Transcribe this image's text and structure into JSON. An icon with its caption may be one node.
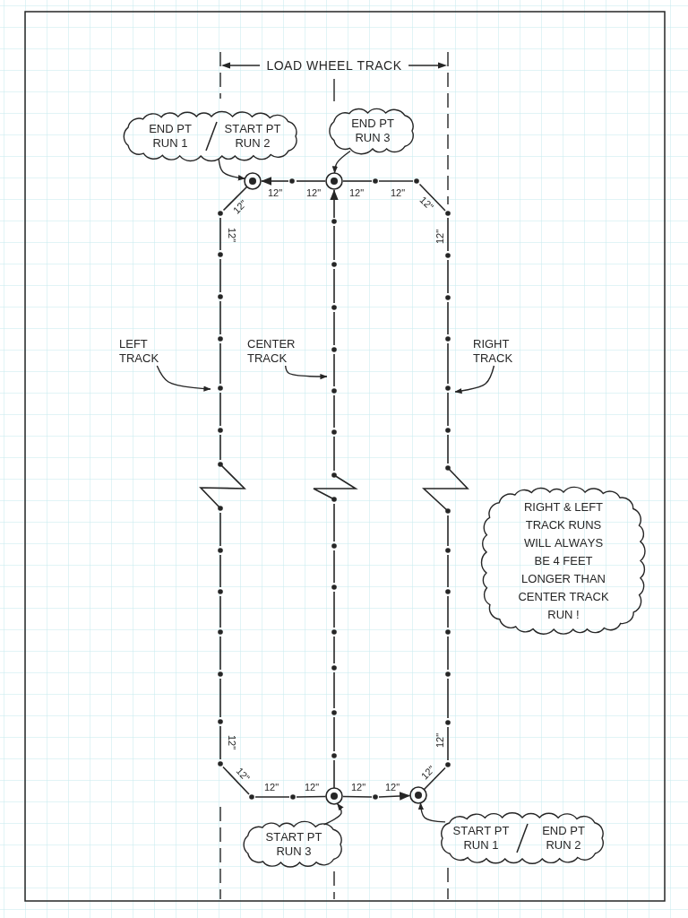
{
  "diagram": {
    "nodes": [
      {
        "text": [
          "END PT RUN 1",
          "START PT RUN 2"
        ]
      },
      {
        "text": [
          "END PT RUN 3"
        ]
      },
      {
        "text": [
          "LEFT TRACK"
        ]
      },
      {
        "text": [
          "CENTER TRACK"
        ]
      },
      {
        "text": [
          "RIGHT TRACK"
        ]
      },
      {
        "text": [
          "RIGHT & LEFT TRACK RUNS WILL ALWAYS BE 4 FEET LONGER THAN CENTER TRACK RUN !"
        ]
      },
      {
        "text": [
          "START PT RUN 3"
        ]
      },
      {
        "text": [
          "START PT RUN 1",
          "END PT RUN 2"
        ]
      }
    ],
    "edges": [
      {
        "from": 0,
        "to": null,
        "arrow": "to"
      },
      {
        "from": 1,
        "to": null,
        "arrow": "to"
      },
      {
        "from": 2,
        "to": null,
        "arrow": "to"
      },
      {
        "from": 3,
        "to": null,
        "arrow": "to"
      },
      {
        "from": 4,
        "to": null,
        "arrow": "to"
      },
      {
        "from": 6,
        "to": null,
        "arrow": "to"
      },
      {
        "from": 7,
        "to": null,
        "arrow": "to"
      }
    ],
    "labels": [
      "LOAD WHEEL TRACK",
      "12\"",
      "12\"",
      "12\"",
      "12\"",
      "12\"",
      "12\"",
      "12\"",
      "12\"",
      "12\"",
      "12\"",
      "12\"",
      "12\"",
      "12\"",
      "12\"",
      "12\"",
      "12\""
    ]
  }
}
